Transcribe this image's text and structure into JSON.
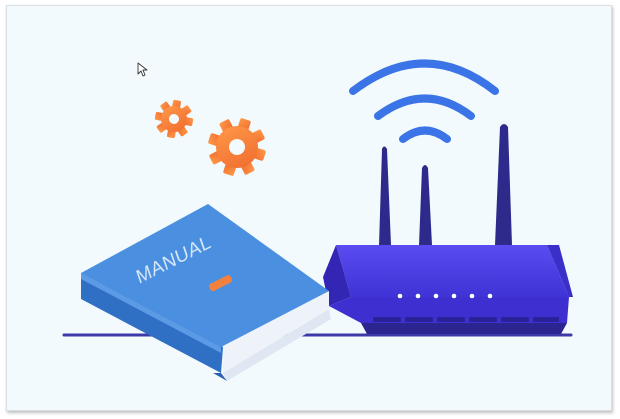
{
  "illustration": {
    "manual": {
      "cover_label": "MANUAL"
    },
    "router": {
      "antenna_count": 3,
      "status_light_count": 6,
      "wifi_arc_count": 3
    },
    "gear_count": 2
  },
  "icons": {
    "cursor": "mouse-pointer-icon",
    "gears": "gear-icon",
    "wifi": "wifi-signal-icon",
    "router": "router-icon",
    "book": "manual-book-icon"
  },
  "colors": {
    "background": "#f3fafd",
    "book_cover": "#4a8fe0",
    "book_spine": "#2f6fc4",
    "book_pages": "#eef3fa",
    "router_body": "#4b3be0",
    "router_dark": "#2d258f",
    "antenna": "#2e2a8c",
    "wifi_arcs": "#3b74e6",
    "gear": "#f08a3c",
    "ground_line": "#3d3aa8",
    "status_light": "#ffffff"
  }
}
